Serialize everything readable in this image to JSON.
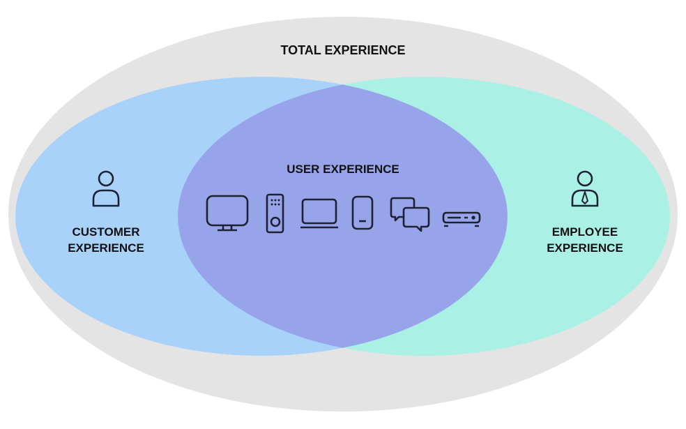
{
  "title": "TOTAL EXPERIENCE",
  "circles": {
    "customer": {
      "line1": "CUSTOMER",
      "line2": "EXPERIENCE"
    },
    "user": {
      "label": "USER EXPERIENCE"
    },
    "employee": {
      "line1": "EMPLOYEE",
      "line2": "EXPERIENCE"
    }
  },
  "colors": {
    "total": "#e4e4e4",
    "customer": "#a8d2fa",
    "employee": "#aaf0e4",
    "overlap": "#98a4ea",
    "ink": "#1c2233"
  },
  "icons": [
    "tv-icon",
    "remote-icon",
    "laptop-icon",
    "phone-icon",
    "chat-icon",
    "set-top-box-icon"
  ]
}
